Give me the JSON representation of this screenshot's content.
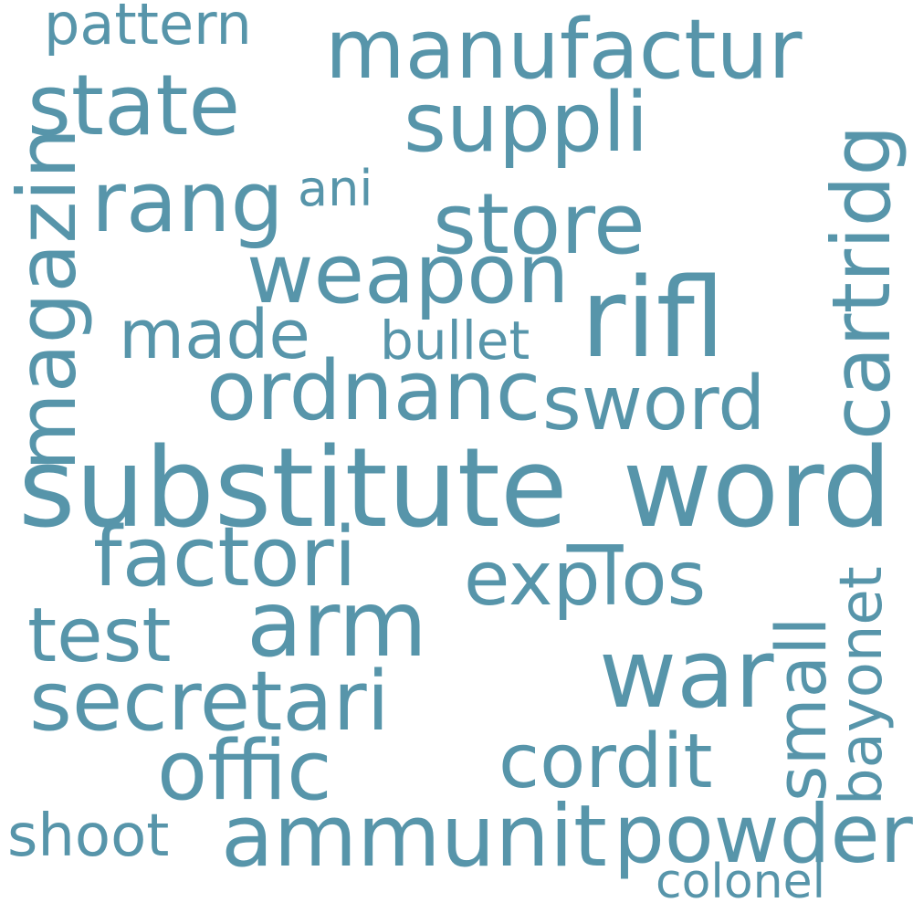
{
  "word_color": "#5795aa",
  "background": "#ffffff",
  "words": {
    "pattern": "pattern",
    "manufactur": "manufactur",
    "state": "state",
    "suppli": "suppli",
    "rang": "rang",
    "ani": "ani",
    "store": "store",
    "weapon": "weapon",
    "magazin": "magazin",
    "cartridg": "cartridg",
    "made": "made",
    "bullet": "bullet",
    "rifl": "rifl",
    "ordnanc": "ordnanc",
    "sword": "sword",
    "substitute_word": "substitute_word",
    "factori": "factori",
    "explos": "explos",
    "arm": "arm",
    "test": "test",
    "small": "small",
    "bayonet": "bayonet",
    "war": "war",
    "secretari": "secretari",
    "cordit": "cordit",
    "offic": "offic",
    "shoot": "shoot",
    "ammunit": "ammunit",
    "powder": "powder",
    "colonel": "colonel"
  }
}
